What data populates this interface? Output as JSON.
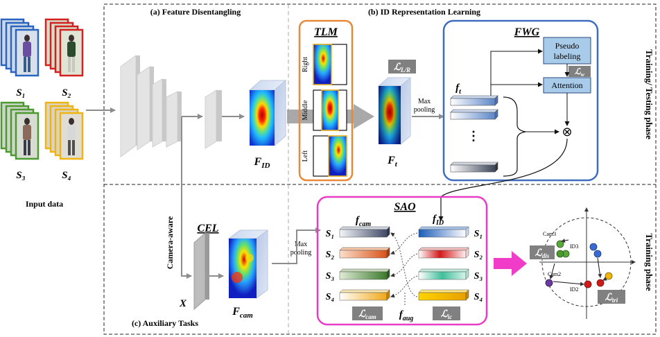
{
  "colors": {
    "blue_frame": "#2a64c2",
    "red_frame": "#d62020",
    "green_frame": "#4a9a2e",
    "yellow_frame": "#f0b410",
    "tlm_border": "#e8893a",
    "fwg_border": "#3d6cc0",
    "sao_border": "#e83cc8",
    "loss_badge": "#808080",
    "module_fill": "#a9cbea",
    "arrow_gray": "#8c8c8c",
    "pink_arrow": "#f03cc8"
  },
  "input": {
    "s1": "S₁",
    "s2": "S₂",
    "s3": "S₃",
    "s4": "S₄",
    "label": "Input data"
  },
  "sections": {
    "a": "(a) Feature Disentangling",
    "b": "(b) ID Representation Learning",
    "c": "(c) Auxiliary Tasks"
  },
  "side_labels": {
    "top": "Training/ Testing phase",
    "bottom": "Training phase"
  },
  "tlm": {
    "title": "TLM",
    "right": "Right",
    "middle": "Middle",
    "left": "Left"
  },
  "fwg": {
    "title": "FWG",
    "pseudo": [
      "Pseudo",
      "labeling"
    ],
    "attention": "Attention",
    "loss": "ℒ",
    "loss_sub": "w",
    "vdots": "⋮",
    "otimes": "⊗"
  },
  "features": {
    "f_id_main": "F",
    "f_id_sub": "ID",
    "f_t_main": "F",
    "f_t_sub": "t",
    "f_t_small": "f",
    "f_t_small_sub": "t",
    "x": "X",
    "f_cam_main": "F",
    "f_cam_sub": "cam"
  },
  "loss_lr": {
    "main": "ℒ",
    "sub": "L/R"
  },
  "max_pooling": [
    "Max",
    "pooling"
  ],
  "cel": {
    "title": "CEL",
    "camera_aware": "Camera-aware"
  },
  "sao": {
    "title": "SAO",
    "f_cam": "f",
    "f_cam_sub": "cam",
    "f_id": "f",
    "f_id_sub": "ID",
    "f_aug": "f",
    "f_aug_sub": "aug",
    "loss_cam": "ℒ",
    "loss_cam_sub": "cam",
    "loss_ic": "ℒ",
    "loss_ic_sub": "ic",
    "s_left": [
      "S₁",
      "S₂",
      "S₃",
      "S₄"
    ],
    "s_right": [
      "S₁",
      "S₂",
      "S₃",
      "S₄"
    ]
  },
  "embed": {
    "cam3": "Cam3",
    "id3": "ID3",
    "cam2": "Cam2",
    "id2": "ID2",
    "loss_dis": "ℒ",
    "loss_dis_sub": "dis",
    "loss_tri": "ℒ",
    "loss_tri_sub": "tri"
  }
}
